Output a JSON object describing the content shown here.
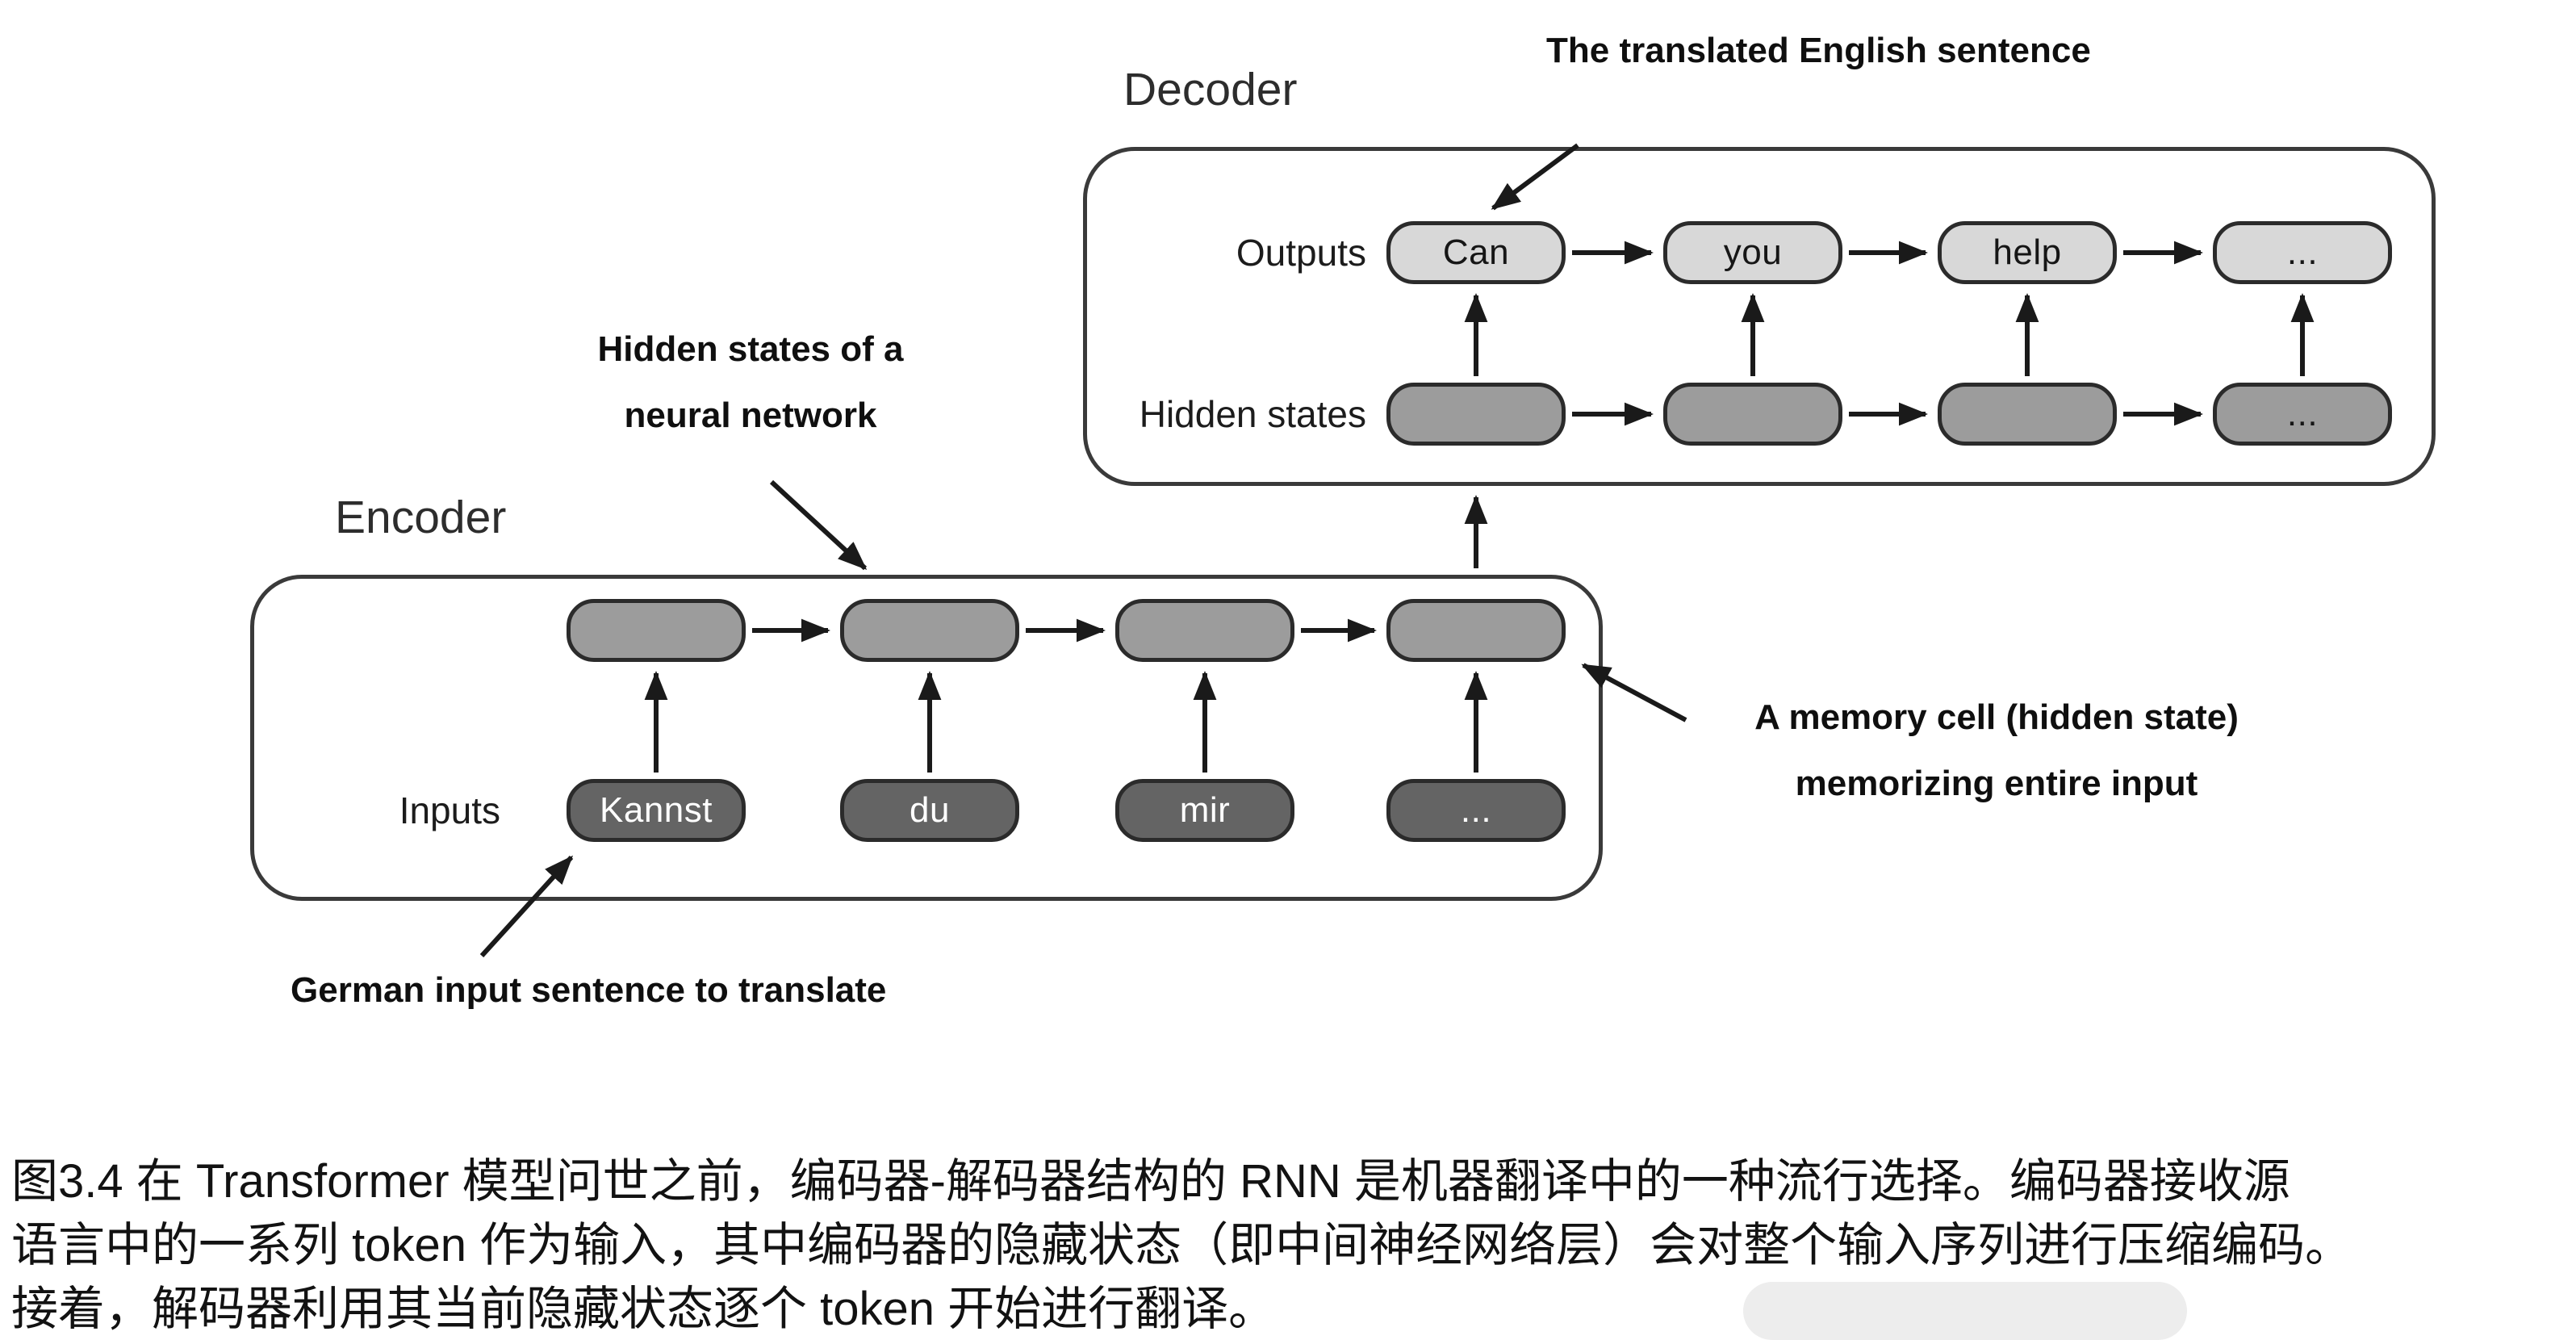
{
  "decoder": {
    "title": "Decoder",
    "outputs_label": "Outputs",
    "hidden_states_label": "Hidden states",
    "outputs": [
      "Can",
      "you",
      "help",
      "..."
    ],
    "hidden_states": [
      "",
      "",
      "",
      "..."
    ]
  },
  "encoder": {
    "title": "Encoder",
    "inputs_label": "Inputs",
    "hidden_states": [
      "",
      "",
      "",
      ""
    ],
    "inputs": [
      "Kannst",
      "du",
      "mir",
      "..."
    ]
  },
  "annotations": {
    "translated_sentence": "The translated English sentence",
    "hidden_states_line1": "Hidden states of a",
    "hidden_states_line2": "neural network",
    "memory_cell_line1": "A memory cell (hidden state)",
    "memory_cell_line2": "memorizing entire input",
    "german_input": "German input sentence to translate"
  },
  "caption": {
    "lines": [
      "图3.4 在 Transformer 模型问世之前，编码器-解码器结构的 RNN 是机器翻译中的一种流行选择。编码器接收源",
      "语言中的一系列 token 作为输入，其中编码器的隐藏状态（即中间神经网络层）会对整个输入序列进行压缩编码。",
      "接着，解码器利用其当前隐藏状态逐个 token 开始进行翻译。"
    ]
  },
  "colors": {
    "output_box_fill": "#d8d8d8",
    "hidden_box_fill": "#9c9c9c",
    "input_box_fill": "#646464",
    "box_border": "#2b2b2b",
    "arrow": "#1a1a1a"
  }
}
